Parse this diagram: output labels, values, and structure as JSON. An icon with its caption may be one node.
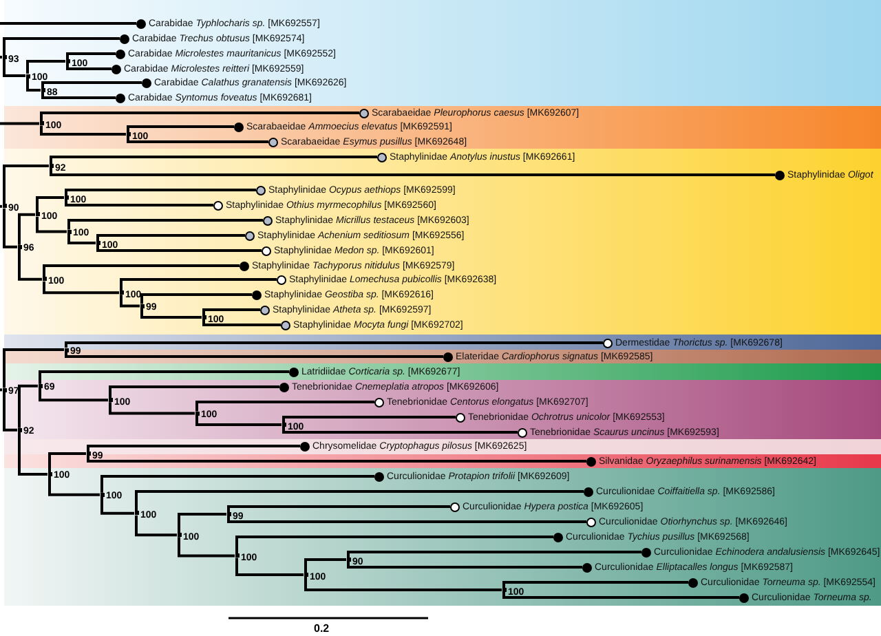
{
  "diagram": {
    "nodes": [
      {
        "text": [
          "Carabidae *Typhlocharis sp.* [MK692557]"
        ]
      },
      {
        "text": [
          "Carabidae *Trechus obtusus* [MK692574]"
        ]
      },
      {
        "text": [
          "Carabidae *Microlestes mauritanicus* [MK692552]"
        ]
      },
      {
        "text": [
          "Carabidae *Microlestes reitteri* [MK692559]"
        ]
      },
      {
        "text": [
          "Carabidae *Calathus granatensis* [MK692626]"
        ]
      },
      {
        "text": [
          "Carabidae *Syntomus foveatus* [MK692681]"
        ]
      },
      {
        "text": [
          "Scarabaeidae *Pleurophorus caesus* [MK692607]"
        ]
      },
      {
        "text": [
          "Scarabaeidae *Ammoecius elevatus* [MK692591]"
        ]
      },
      {
        "text": [
          "Scarabaeidae *Esymus pusillus* [MK692648]"
        ]
      },
      {
        "text": [
          "Staphylinidae *Anotylus inustus* [MK692661]"
        ]
      },
      {
        "text": [
          "Staphylinidae *Oligot*"
        ]
      },
      {
        "text": [
          "Staphylinidae *Ocypus aethiops* [MK692599]"
        ]
      },
      {
        "text": [
          "Staphylinidae *Othius myrmecophilus* [MK692560]"
        ]
      },
      {
        "text": [
          "Staphylinidae *Micrillus testaceus* [MK692603]"
        ]
      },
      {
        "text": [
          "Staphylinidae *Achenium seditiosum* [MK692556]"
        ]
      },
      {
        "text": [
          "Staphylinidae *Medon sp.* [MK692601]"
        ]
      },
      {
        "text": [
          "Staphylinidae *Tachyporus nitidulus* [MK692579]"
        ]
      },
      {
        "text": [
          "Staphylinidae *Lomechusa pubicollis* [MK692638]"
        ]
      },
      {
        "text": [
          "Staphylinidae *Geostiba sp.* [MK692616]"
        ]
      },
      {
        "text": [
          "Staphylinidae *Atheta sp.* [MK692597]"
        ]
      },
      {
        "text": [
          "Staphylinidae *Mocyta fungi* [MK692702]"
        ]
      },
      {
        "text": [
          "Dermestidae *Thorictus sp.* [MK692678]"
        ]
      },
      {
        "text": [
          "Elateridae *Cardiophorus signatus* [MK692585]"
        ]
      },
      {
        "text": [
          "Latridiidae *Corticaria sp.* [MK692677]"
        ]
      },
      {
        "text": [
          "Tenebrionidae *Cnemeplatia atropos* [MK692606]"
        ]
      },
      {
        "text": [
          "Tenebrionidae *Centorus elongatus* [MK692707]"
        ]
      },
      {
        "text": [
          "Tenebrionidae *Ochrotrus unicolor* [MK692553]"
        ]
      },
      {
        "text": [
          "Tenebrionidae *Scaurus uncinus* [MK692593]"
        ]
      },
      {
        "text": [
          "Chrysomelidae *Cryptophagus pilosus* [MK692625]"
        ]
      },
      {
        "text": [
          "Silvanidae *Oryzaephilus surinamensis* [MK692642]"
        ]
      },
      {
        "text": [
          "Curculionidae *Protapion trifolii* [MK692609]"
        ]
      },
      {
        "text": [
          "Curculionidae *Coiffaitiella sp.* [MK692586]"
        ]
      },
      {
        "text": [
          "Curculionidae *Hypera postica* [MK692605]"
        ]
      },
      {
        "text": [
          "Curculionidae *Otiorhynchus sp.* [MK692646]"
        ]
      },
      {
        "text": [
          "Curculionidae *Tychius pusillus* [MK692568]"
        ]
      },
      {
        "text": [
          "Curculionidae *Echinodera andalusiensis* [MK692645]"
        ]
      },
      {
        "text": [
          "Curculionidae *Elliptacalles longus* [MK692587]"
        ]
      },
      {
        "text": [
          "Curculionidae *Torneuma sp.* [MK692554]"
        ]
      },
      {
        "text": [
          "Curculionidae *Torneuma sp.*"
        ]
      },
      {
        "text": [],
        "shape": "point",
        "beside": [
          "100"
        ]
      },
      {
        "text": [],
        "shape": "point",
        "beside": [
          "88"
        ]
      },
      {
        "text": [],
        "shape": "point",
        "beside": [
          "100"
        ]
      },
      {
        "text": [],
        "shape": "point",
        "beside": [
          "93"
        ]
      },
      {
        "text": [],
        "shape": "point",
        "beside": [
          "100"
        ]
      },
      {
        "text": [],
        "shape": "point",
        "beside": [
          "100"
        ]
      },
      {
        "text": [],
        "shape": "point",
        "beside": [
          "92"
        ]
      },
      {
        "text": [],
        "shape": "point",
        "beside": [
          "100"
        ]
      },
      {
        "text": [],
        "shape": "point",
        "beside": [
          "100"
        ]
      },
      {
        "text": [],
        "shape": "point",
        "beside": [
          "100"
        ]
      },
      {
        "text": [],
        "shape": "point",
        "beside": [
          "100"
        ]
      },
      {
        "text": [],
        "shape": "point",
        "beside": [
          "100"
        ]
      },
      {
        "text": [],
        "shape": "point",
        "beside": [
          "99"
        ]
      },
      {
        "text": [],
        "shape": "point",
        "beside": [
          "100"
        ]
      },
      {
        "text": [],
        "shape": "point",
        "beside": [
          "100"
        ]
      },
      {
        "text": [],
        "shape": "point",
        "beside": [
          "96"
        ]
      },
      {
        "text": [],
        "shape": "point",
        "beside": [
          "90"
        ]
      },
      {
        "text": [],
        "shape": "point",
        "beside": [
          "99"
        ]
      },
      {
        "text": [],
        "shape": "point",
        "beside": [
          "100"
        ]
      },
      {
        "text": [],
        "shape": "point",
        "beside": [
          "100"
        ]
      },
      {
        "text": [],
        "shape": "point",
        "beside": [
          "100"
        ]
      },
      {
        "text": [],
        "shape": "point",
        "beside": [
          "69"
        ]
      },
      {
        "text": [],
        "shape": "point",
        "beside": [
          "99"
        ]
      },
      {
        "text": [],
        "shape": "point",
        "beside": [
          "100"
        ]
      },
      {
        "text": [],
        "shape": "point",
        "beside": [
          "90"
        ]
      },
      {
        "text": [],
        "shape": "point",
        "beside": [
          "100"
        ]
      },
      {
        "text": [],
        "shape": "point",
        "beside": [
          "100"
        ]
      },
      {
        "text": [],
        "shape": "point",
        "beside": [
          "99"
        ]
      },
      {
        "text": [],
        "shape": "point",
        "beside": [
          "100"
        ]
      },
      {
        "text": [],
        "shape": "point",
        "beside": [
          "100"
        ]
      },
      {
        "text": [],
        "shape": "point",
        "beside": [
          "100"
        ]
      },
      {
        "text": [],
        "shape": "point",
        "beside": [
          "100"
        ]
      },
      {
        "text": [],
        "shape": "point",
        "beside": [
          "92"
        ]
      },
      {
        "text": [],
        "shape": "point",
        "beside": [
          "97"
        ]
      }
    ],
    "edges": [
      {
        "from": null,
        "to": 0,
        "arrow": "none"
      },
      {
        "from": 39,
        "to": 2,
        "arrow": "none"
      },
      {
        "from": 39,
        "to": 3,
        "arrow": "none"
      },
      {
        "from": 40,
        "to": 4,
        "arrow": "none"
      },
      {
        "from": 40,
        "to": 5,
        "arrow": "none"
      },
      {
        "from": 41,
        "to": 39,
        "arrow": "none"
      },
      {
        "from": 41,
        "to": 40,
        "arrow": "none"
      },
      {
        "from": 42,
        "to": 1,
        "arrow": "none"
      },
      {
        "from": 42,
        "to": 41,
        "arrow": "none"
      },
      {
        "from": null,
        "to": 42,
        "arrow": "none"
      },
      {
        "from": 43,
        "to": 7,
        "arrow": "none"
      },
      {
        "from": 43,
        "to": 8,
        "arrow": "none"
      },
      {
        "from": 44,
        "to": 6,
        "arrow": "none"
      },
      {
        "from": 44,
        "to": 43,
        "arrow": "none"
      },
      {
        "from": null,
        "to": 44,
        "arrow": "none"
      },
      {
        "from": 45,
        "to": 9,
        "arrow": "none"
      },
      {
        "from": 45,
        "to": 10,
        "arrow": "none"
      },
      {
        "from": 46,
        "to": 11,
        "arrow": "none"
      },
      {
        "from": 46,
        "to": 12,
        "arrow": "none"
      },
      {
        "from": 47,
        "to": 14,
        "arrow": "none"
      },
      {
        "from": 47,
        "to": 15,
        "arrow": "none"
      },
      {
        "from": 48,
        "to": 13,
        "arrow": "none"
      },
      {
        "from": 48,
        "to": 47,
        "arrow": "none"
      },
      {
        "from": 49,
        "to": 46,
        "arrow": "none"
      },
      {
        "from": 49,
        "to": 48,
        "arrow": "none"
      },
      {
        "from": 50,
        "to": 19,
        "arrow": "none"
      },
      {
        "from": 50,
        "to": 20,
        "arrow": "none"
      },
      {
        "from": 51,
        "to": 18,
        "arrow": "none"
      },
      {
        "from": 51,
        "to": 50,
        "arrow": "none"
      },
      {
        "from": 52,
        "to": 17,
        "arrow": "none"
      },
      {
        "from": 52,
        "to": 51,
        "arrow": "none"
      },
      {
        "from": 53,
        "to": 16,
        "arrow": "none"
      },
      {
        "from": 53,
        "to": 52,
        "arrow": "none"
      },
      {
        "from": 54,
        "to": 49,
        "arrow": "none"
      },
      {
        "from": 54,
        "to": 53,
        "arrow": "none"
      },
      {
        "from": 55,
        "to": 45,
        "arrow": "none"
      },
      {
        "from": 55,
        "to": 54,
        "arrow": "none"
      },
      {
        "from": null,
        "to": 55,
        "arrow": "none"
      },
      {
        "from": 56,
        "to": 21,
        "arrow": "none"
      },
      {
        "from": 56,
        "to": 22,
        "arrow": "none"
      },
      {
        "from": 57,
        "to": 26,
        "arrow": "none"
      },
      {
        "from": 57,
        "to": 27,
        "arrow": "none"
      },
      {
        "from": 58,
        "to": 25,
        "arrow": "none"
      },
      {
        "from": 58,
        "to": 57,
        "arrow": "none"
      },
      {
        "from": 59,
        "to": 24,
        "arrow": "none"
      },
      {
        "from": 59,
        "to": 58,
        "arrow": "none"
      },
      {
        "from": 60,
        "to": 23,
        "arrow": "none"
      },
      {
        "from": 60,
        "to": 59,
        "arrow": "none"
      },
      {
        "from": 61,
        "to": 28,
        "arrow": "none"
      },
      {
        "from": 61,
        "to": 29,
        "arrow": "none"
      },
      {
        "from": 62,
        "to": 37,
        "arrow": "none"
      },
      {
        "from": 62,
        "to": 38,
        "arrow": "none"
      },
      {
        "from": 63,
        "to": 35,
        "arrow": "none"
      },
      {
        "from": 63,
        "to": 36,
        "arrow": "none"
      },
      {
        "from": 64,
        "to": 63,
        "arrow": "none"
      },
      {
        "from": 64,
        "to": 62,
        "arrow": "none"
      },
      {
        "from": 65,
        "to": 34,
        "arrow": "none"
      },
      {
        "from": 65,
        "to": 64,
        "arrow": "none"
      },
      {
        "from": 66,
        "to": 32,
        "arrow": "none"
      },
      {
        "from": 66,
        "to": 33,
        "arrow": "none"
      },
      {
        "from": 67,
        "to": 66,
        "arrow": "none"
      },
      {
        "from": 67,
        "to": 65,
        "arrow": "none"
      },
      {
        "from": 68,
        "to": 31,
        "arrow": "none"
      },
      {
        "from": 68,
        "to": 67,
        "arrow": "none"
      },
      {
        "from": 69,
        "to": 30,
        "arrow": "none"
      },
      {
        "from": 69,
        "to": 68,
        "arrow": "none"
      },
      {
        "from": 70,
        "to": 61,
        "arrow": "none"
      },
      {
        "from": 70,
        "to": 69,
        "arrow": "none"
      },
      {
        "from": 71,
        "to": 60,
        "arrow": "none"
      },
      {
        "from": 71,
        "to": 70,
        "arrow": "none"
      },
      {
        "from": 72,
        "to": 56,
        "arrow": "none"
      },
      {
        "from": 72,
        "to": 71,
        "arrow": "none"
      },
      {
        "from": null,
        "to": 72,
        "arrow": "none"
      }
    ],
    "labels": [
      "0.2"
    ]
  }
}
